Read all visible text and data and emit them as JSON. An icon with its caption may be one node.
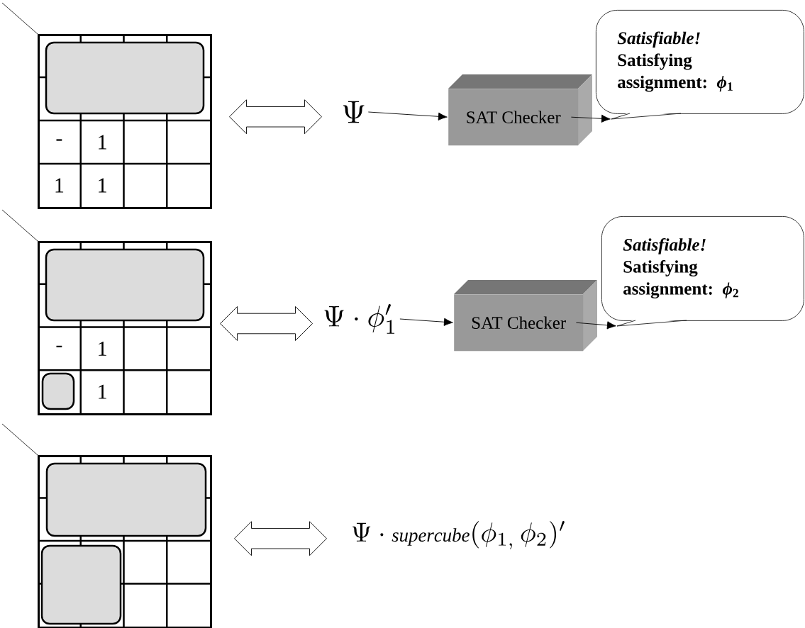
{
  "diagram": {
    "nodes": [
      {
        "text": [
          "-",
          "1",
          "1",
          "1"
        ]
      },
      {
        "text": [
          "\\Psi"
        ]
      },
      {
        "text": [
          "SAT Checker"
        ]
      },
      {
        "text": [
          "Satisfiable!",
          "Satisfying assignment: *ϕ*$_{1}$"
        ]
      },
      {
        "text": [
          "-",
          "1",
          "1"
        ]
      },
      {
        "text": [
          "\\Psi\\cdot\\phi_{1}'"
        ]
      },
      {
        "text": [
          "SAT Checker"
        ]
      },
      {
        "text": [
          "Satisfiable!",
          "Satisfying assignment: *ϕ*$_{2}$"
        ]
      },
      {
        "text": [],
        "shape": "grid"
      },
      {
        "text": [
          "\\Psi\\cdot{\\scriptstyle\\mathit{supercube}}(\\phi_{1,}\\,\\phi_{2})'"
        ]
      }
    ],
    "edges": [
      {
        "from": 0,
        "to": 1,
        "arrow": "both"
      },
      {
        "from": 1,
        "to": 2,
        "arrow": "to"
      },
      {
        "from": 2,
        "to": 3,
        "arrow": "to"
      },
      {
        "from": 4,
        "to": 5,
        "arrow": "both"
      },
      {
        "from": 5,
        "to": 6,
        "arrow": "to"
      },
      {
        "from": 6,
        "to": 7,
        "arrow": "to"
      },
      {
        "from": 8,
        "to": 9,
        "arrow": "both"
      }
    ]
  }
}
